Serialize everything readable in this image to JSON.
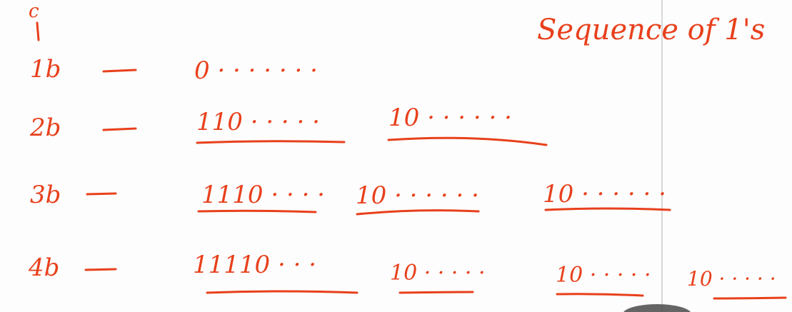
{
  "annotations": {
    "top_letter": "c",
    "heading": "Sequence of 1's"
  },
  "rows": [
    {
      "label": "1b",
      "groups": [
        "0 · · · · · · ·"
      ]
    },
    {
      "label": "2b",
      "groups": [
        "110 · · · · ·",
        "10 · · · · · ·"
      ]
    },
    {
      "label": "3b",
      "groups": [
        "1110 · · · ·",
        "10 · · · · · ·",
        "10 · · · · · ·"
      ]
    },
    {
      "label": "4b",
      "groups": [
        "11110 · · ·",
        "10 · · · · · ·",
        "10 · · · · ·",
        "10 · · · · ·"
      ]
    }
  ],
  "colors": {
    "ink": "#e8401c",
    "page_edge": "#d7d7d7"
  }
}
